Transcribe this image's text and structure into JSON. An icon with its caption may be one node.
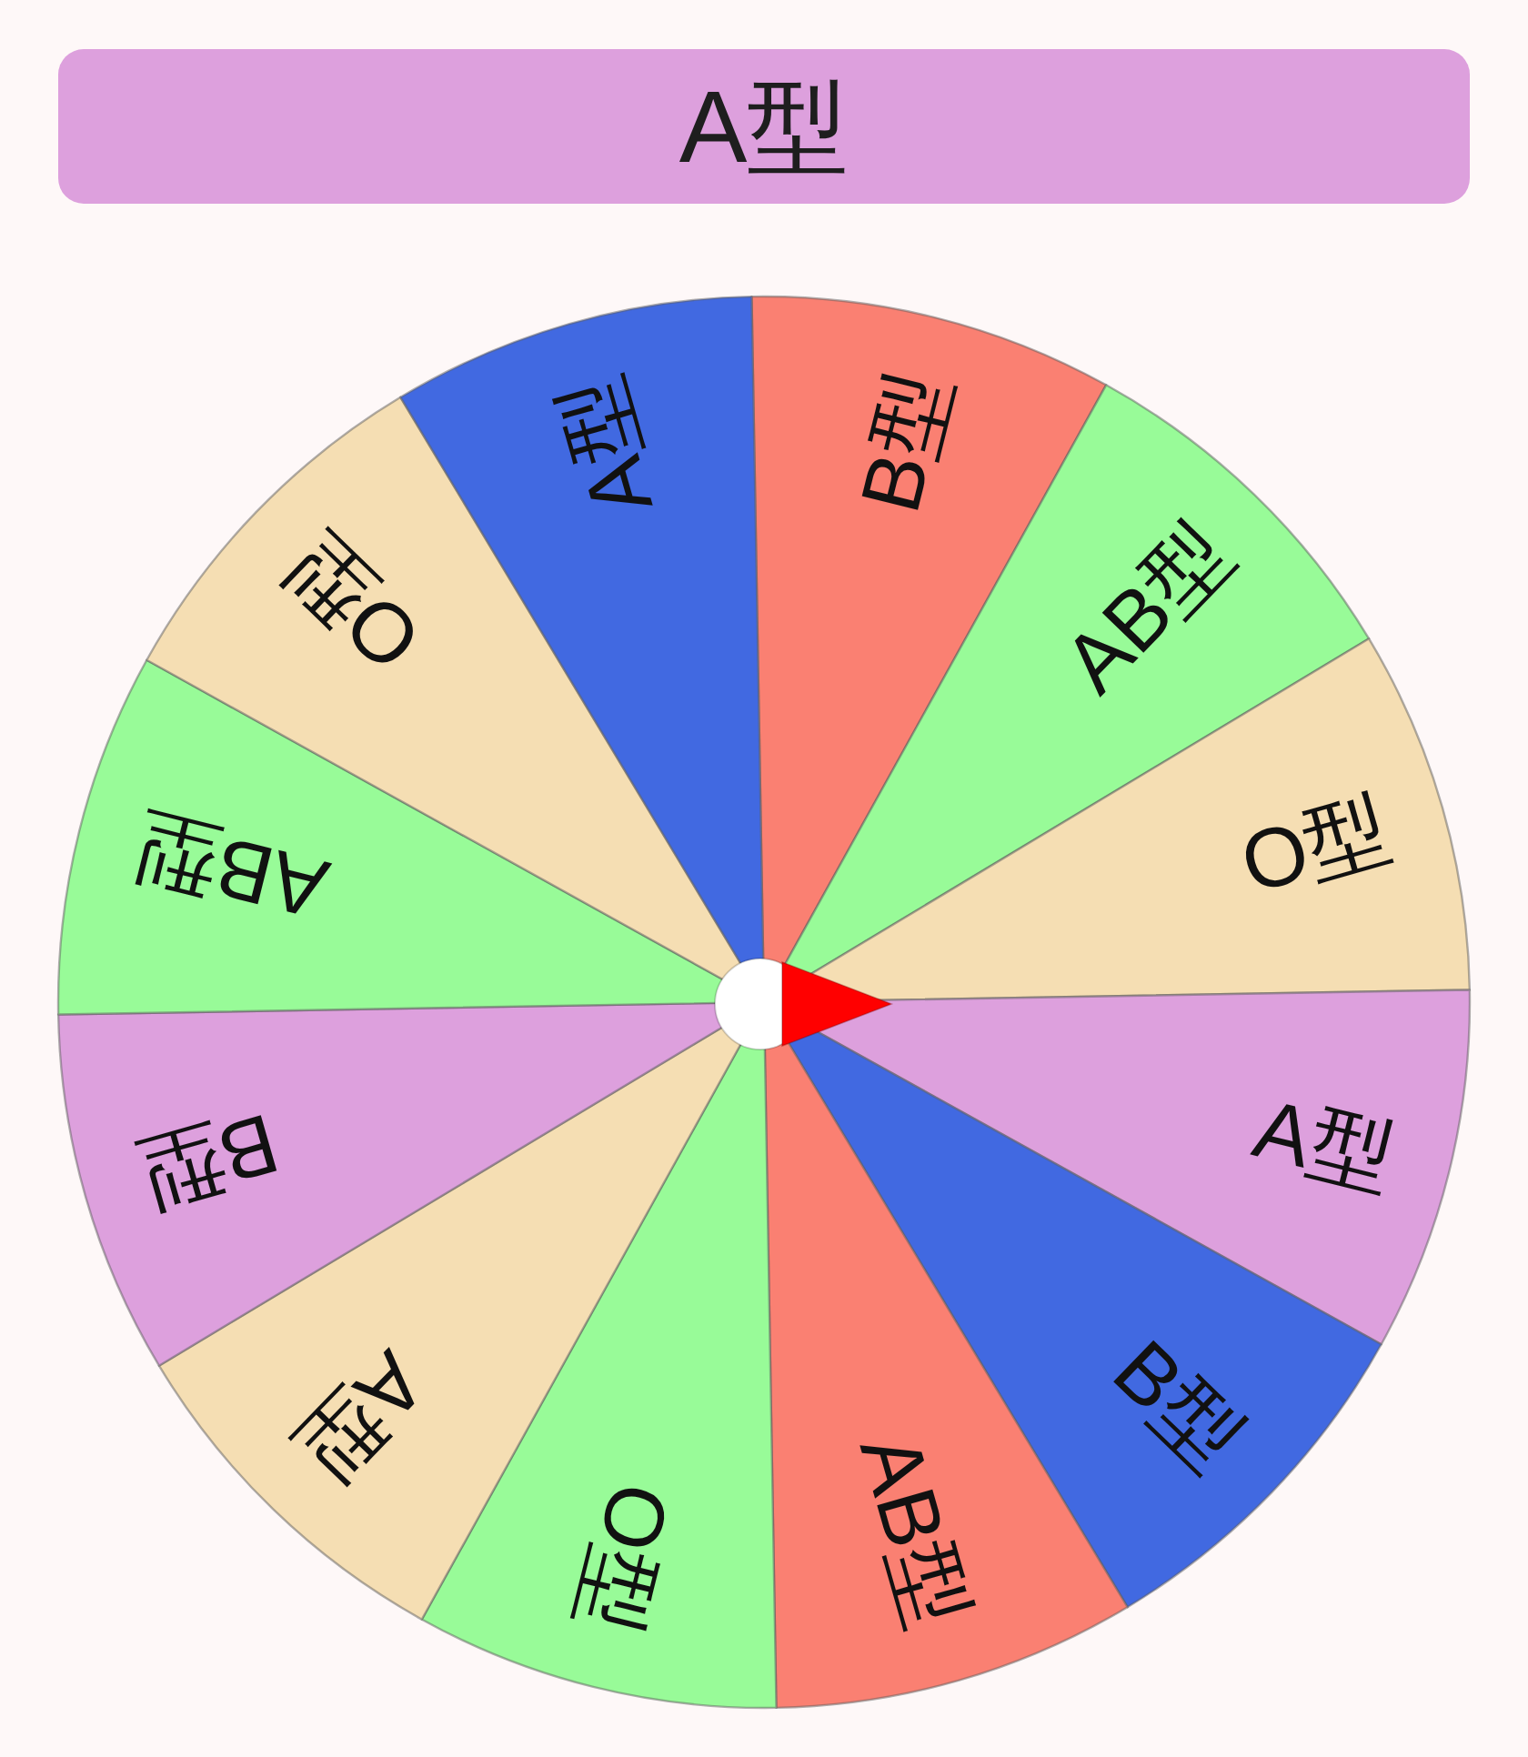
{
  "diagram": {
    "nodes": [
      {
        "text": [
          "A型"
        ]
      },
      {
        "text": [
          "B型"
        ]
      },
      {
        "text": [
          "AB型"
        ]
      },
      {
        "text": [
          "O型"
        ]
      },
      {
        "text": [
          "A型"
        ]
      },
      {
        "text": [
          "B型"
        ]
      },
      {
        "text": [
          "AB型"
        ]
      },
      {
        "text": [
          "O型"
        ]
      },
      {
        "text": [
          "A型"
        ]
      },
      {
        "text": [
          "B型"
        ]
      },
      {
        "text": [
          "AB型"
        ]
      },
      {
        "text": [
          "O型"
        ]
      },
      {
        "text": [
          "A型"
        ]
      }
    ]
  }
}
